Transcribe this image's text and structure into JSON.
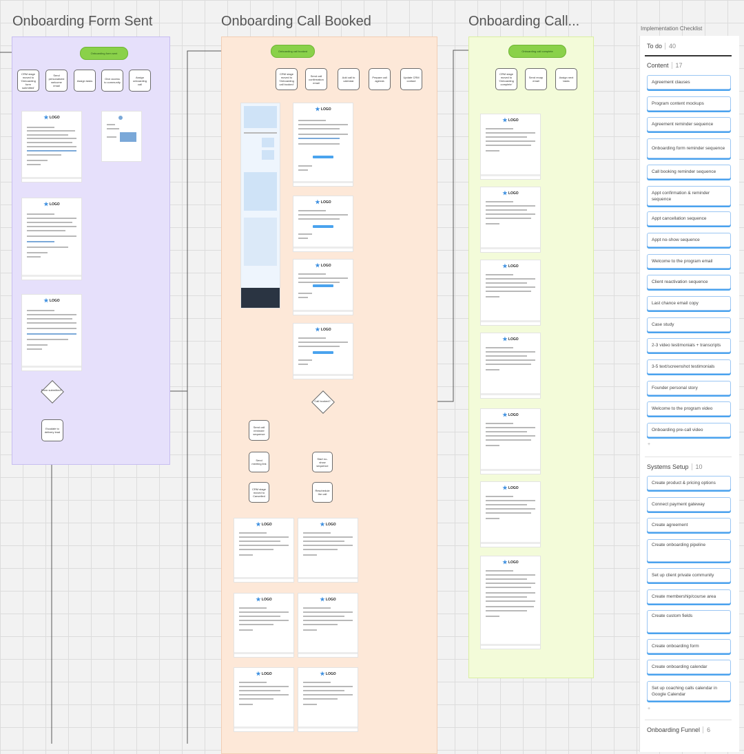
{
  "frames": {
    "form_sent": {
      "title": "Onboarding Form Sent",
      "start_node": "Onboarding form sent",
      "branch_nodes": [
        "CRM stage moved to 'Onboarding form submitted'",
        "Send personalized welcome email",
        "Assign tasks",
        "Give access to community",
        "Assign onboarding call"
      ],
      "decision": "Form submitted?",
      "end_node": "Escalate to delivery lead"
    },
    "call_booked": {
      "title": "Onboarding Call Booked",
      "start_node": "Onboarding call booked",
      "branch_nodes": [
        "CRM stage moved to 'Onboarding call booked'",
        "Send call confirmation email",
        "Add call to calendar",
        "Prepare call agenda",
        "Update CRM contact"
      ],
      "decision": "Call booked?",
      "left_branch": [
        "Send call reminder sequence",
        "Send meeting link",
        "CRM stage moved to Cancelled"
      ],
      "right_branch": [
        "Start no-show sequence",
        "Reschedule the call"
      ]
    },
    "call_done": {
      "title": "Onboarding Call...",
      "start_node": "Onboarding call complete",
      "branch_nodes": [
        "CRM stage moved to 'Onboarding complete'",
        "Send recap email",
        "Assign next tasks"
      ]
    },
    "logo_text": "LOGO"
  },
  "checklist": {
    "title": "Implementation Checklist",
    "todo_label": "To do",
    "todo_count": "40",
    "sections": [
      {
        "name": "Content",
        "count": "17",
        "items": [
          "Agreement clauses",
          "Program content mockups",
          "Agreement reminder sequence",
          "Onboarding form reminder sequence",
          "Call booking reminder sequence",
          "Appt confirmation & reminder sequence",
          "Appt cancellation sequence",
          "Appt no-show sequence",
          "Welcome to the program email",
          "Client reactivation sequence",
          "Last chance email copy",
          "Case study",
          "2-3 video testimonials + transcripts",
          "3-5 text/screenshot testimonials",
          "Founder personal story",
          "Welcome to the program video",
          "Onboarding pre-call video"
        ]
      },
      {
        "name": "Systems Setup",
        "count": "10",
        "items": [
          "Create product & pricing options",
          "Connect payment gateway",
          "Create agreement",
          "Create onboarding pipeline",
          "Set up client private community",
          "Create membership/course area",
          "Create custom fields",
          "Create onboarding form",
          "Create onboarding calendar",
          "Set up coaching calls calendar in Google Calendar"
        ]
      },
      {
        "name": "Onboarding Funnel",
        "count": "6",
        "items": []
      }
    ],
    "expand_glyph": "+"
  },
  "colors": {
    "accent": "#4aa3ee",
    "pill_green": "#8ad14a",
    "frame_purple": "#e6e0fb",
    "frame_peach": "#fde8d8",
    "frame_lime": "#f3fbd9"
  }
}
